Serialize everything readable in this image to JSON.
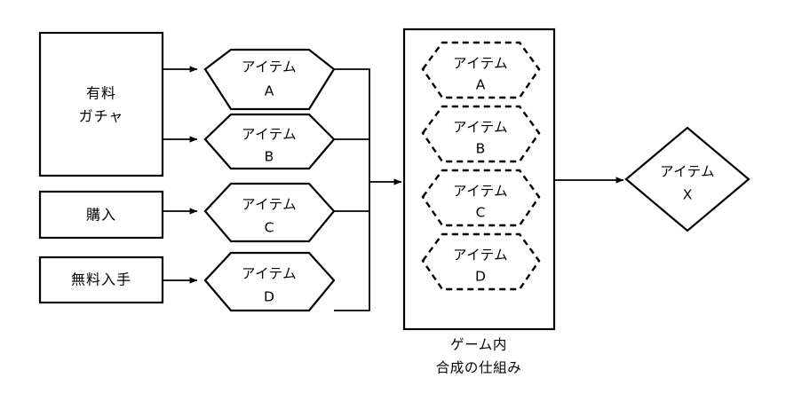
{
  "diagram": {
    "title_caption": {
      "line1": "ゲーム内",
      "line2": "合成の仕組み"
    },
    "sources": [
      {
        "id": "gacha",
        "line1": "有料",
        "line2": "ガチャ"
      },
      {
        "id": "purchase",
        "line1": "購入",
        "line2": ""
      },
      {
        "id": "free",
        "line1": "無料入手",
        "line2": ""
      }
    ],
    "items_owned": [
      {
        "id": "item-a",
        "label": "アイテム",
        "code": "A"
      },
      {
        "id": "item-b",
        "label": "アイテム",
        "code": "B"
      },
      {
        "id": "item-c",
        "label": "アイテム",
        "code": "C"
      },
      {
        "id": "item-d",
        "label": "アイテム",
        "code": "D"
      }
    ],
    "items_consumed": [
      {
        "id": "synth-a",
        "label": "アイテム",
        "code": "A"
      },
      {
        "id": "synth-b",
        "label": "アイテム",
        "code": "B"
      },
      {
        "id": "synth-c",
        "label": "アイテム",
        "code": "C"
      },
      {
        "id": "synth-d",
        "label": "アイテム",
        "code": "D"
      }
    ],
    "result": {
      "id": "item-x",
      "label": "アイテム",
      "code": "X"
    },
    "colors": {
      "stroke": "#000000",
      "fill": "#ffffff",
      "background": "#ffffff"
    }
  }
}
